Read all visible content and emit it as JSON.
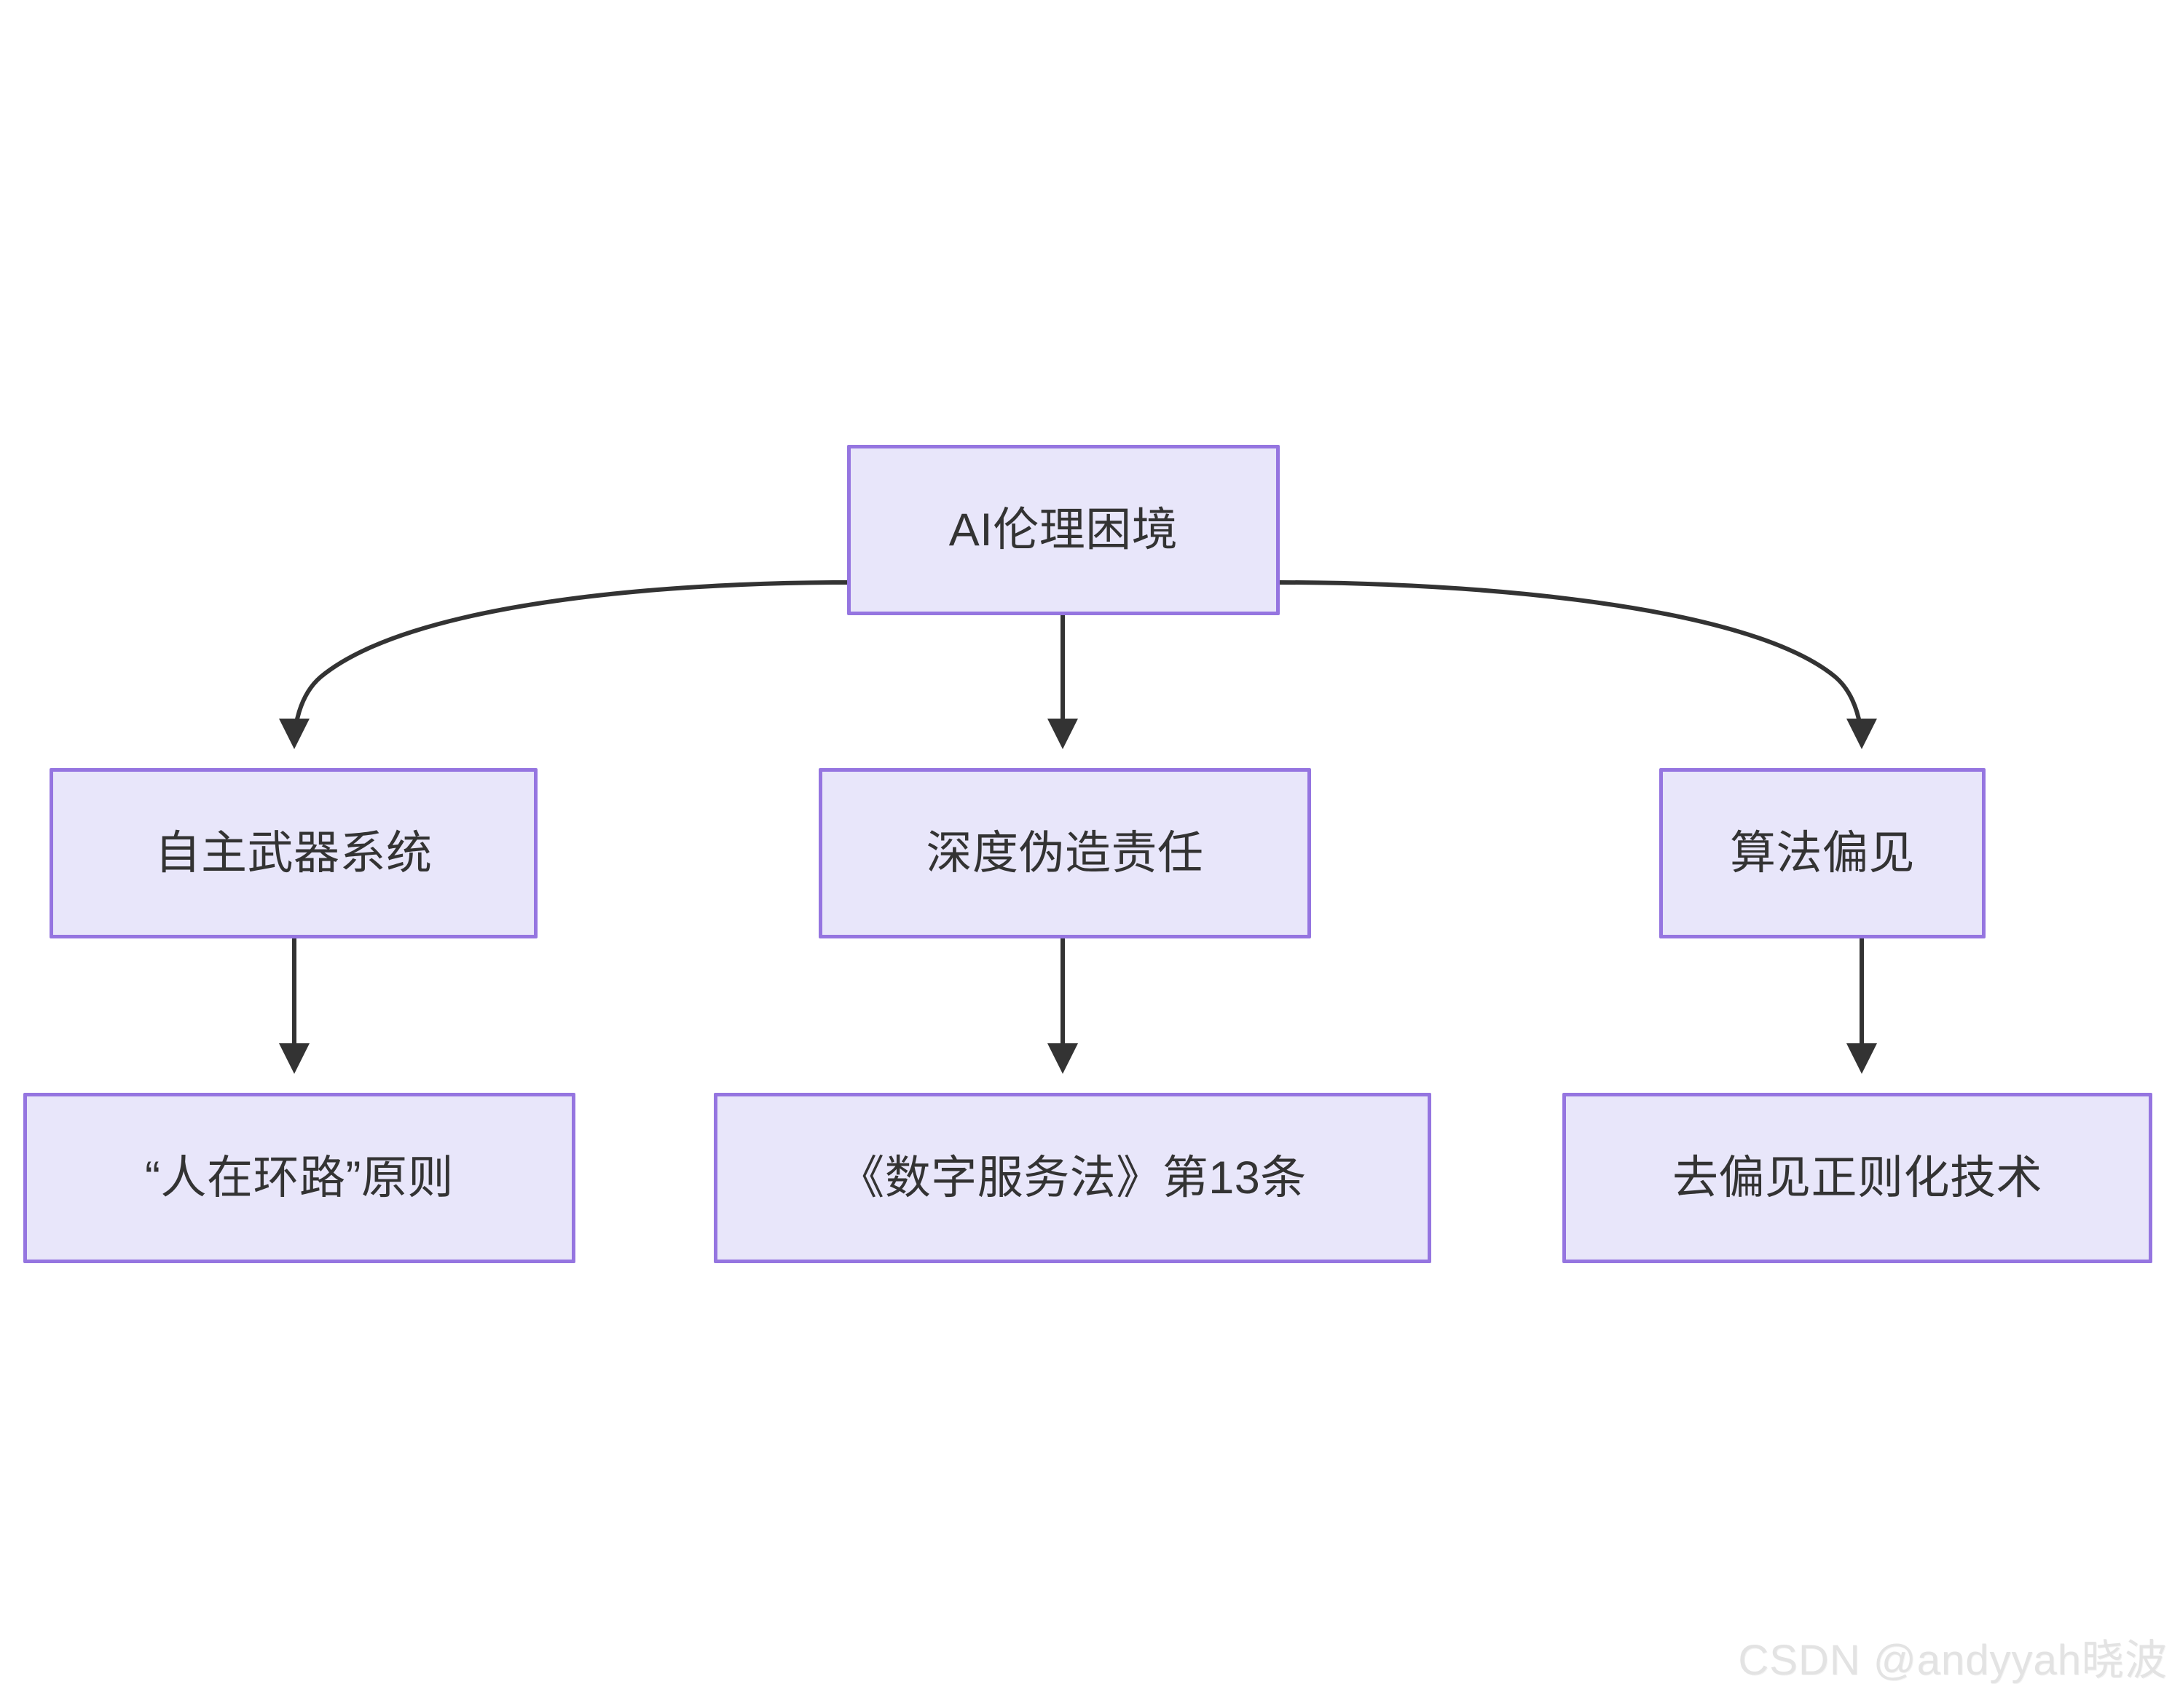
{
  "diagram": {
    "type": "flowchart",
    "direction": "top-down",
    "style": {
      "node_fill": "#e8e6fa",
      "node_border": "#9575e0",
      "node_text": "#333333",
      "edge_color": "#333333",
      "background": "#ffffff"
    },
    "nodes": [
      {
        "id": "root",
        "label": "AI伦理困境",
        "level": 0
      },
      {
        "id": "weapons",
        "label": "自主武器系统",
        "level": 1
      },
      {
        "id": "deepfake",
        "label": "深度伪造责任",
        "level": 1
      },
      {
        "id": "bias",
        "label": "算法偏见",
        "level": 1
      },
      {
        "id": "hitl",
        "label": "“人在环路”原则",
        "level": 2
      },
      {
        "id": "dsa",
        "label": "《数字服务法》第13条",
        "level": 2
      },
      {
        "id": "debias",
        "label": "去偏见正则化技术",
        "level": 2
      }
    ],
    "edges": [
      {
        "from": "root",
        "to": "weapons",
        "shape": "curved",
        "arrow": "end"
      },
      {
        "from": "root",
        "to": "deepfake",
        "shape": "straight",
        "arrow": "end"
      },
      {
        "from": "root",
        "to": "bias",
        "shape": "curved",
        "arrow": "end"
      },
      {
        "from": "weapons",
        "to": "hitl",
        "shape": "straight",
        "arrow": "end"
      },
      {
        "from": "deepfake",
        "to": "dsa",
        "shape": "straight",
        "arrow": "end"
      },
      {
        "from": "bias",
        "to": "debias",
        "shape": "straight",
        "arrow": "end"
      }
    ]
  },
  "watermark": {
    "text": "CSDN @andyyah晓波"
  }
}
